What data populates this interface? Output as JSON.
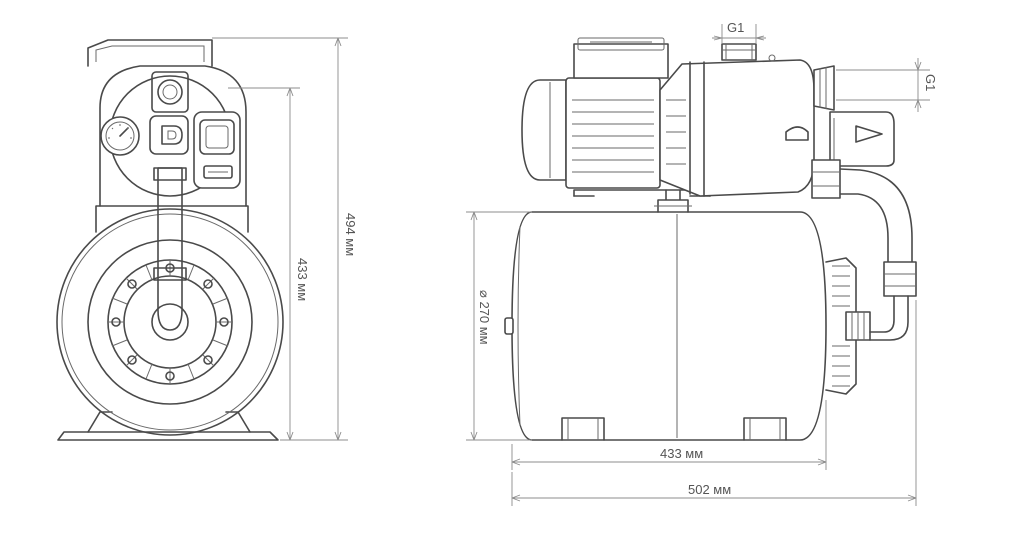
{
  "dimensions": {
    "height_total": "494 мм",
    "height_pump": "433 мм",
    "tank_diameter": "⌀ 270 мм",
    "tank_length": "433 мм",
    "total_length": "502 мм",
    "inlet_thread": "G1",
    "outlet_thread": "G1"
  },
  "colors": {
    "line": "#4a4a4a",
    "dimension": "#8c8c8c",
    "background": "#ffffff"
  }
}
